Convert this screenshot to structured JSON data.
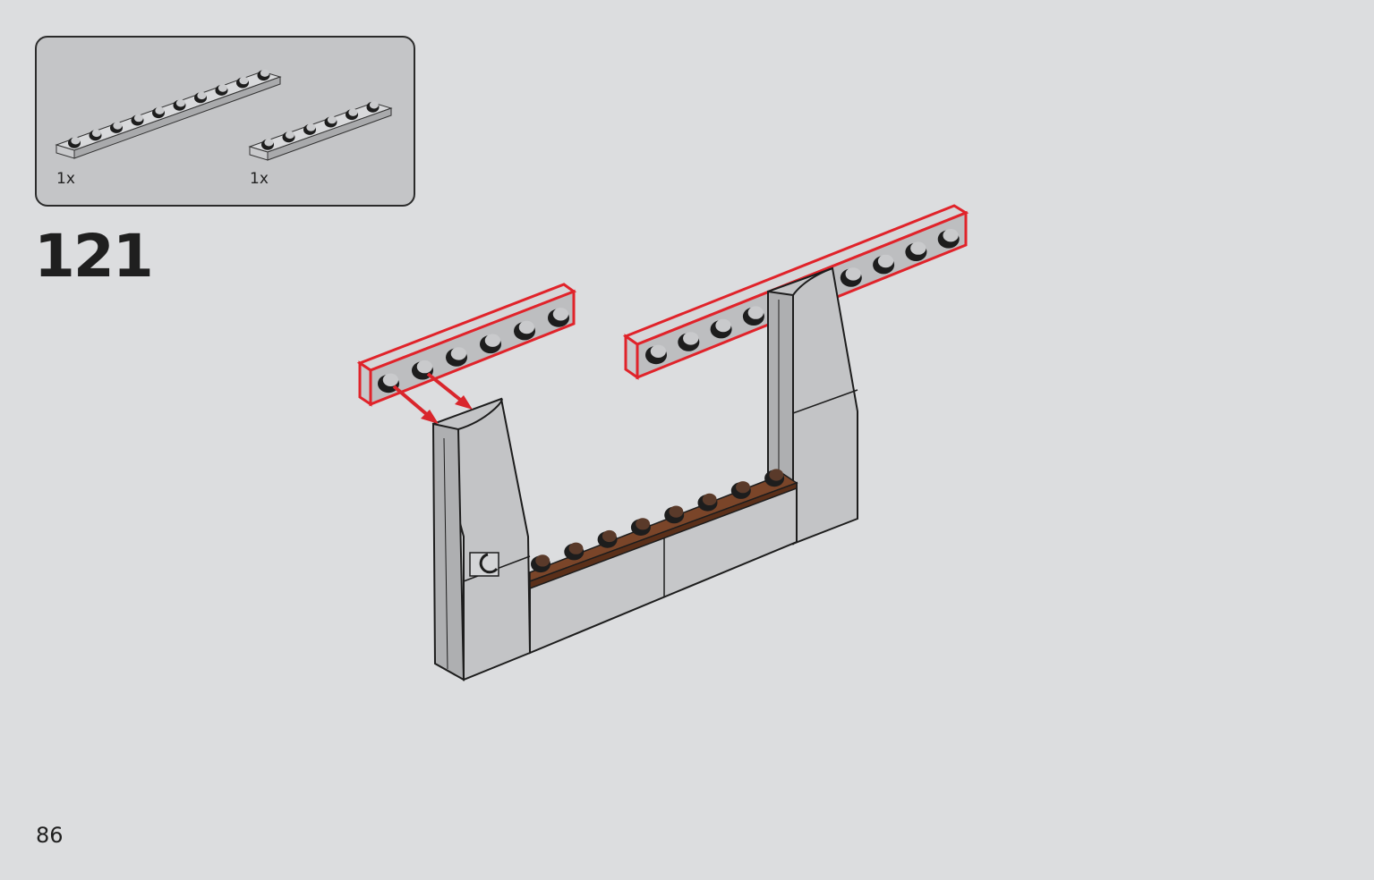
{
  "parts_box": {
    "items": [
      {
        "name": "plate-1x10",
        "quantity": "1x",
        "studs": 10,
        "color": "#bdbec0"
      },
      {
        "name": "plate-1x6",
        "quantity": "1x",
        "studs": 6,
        "color": "#bdbec0"
      }
    ]
  },
  "step": {
    "number": "121"
  },
  "page": {
    "number": "86"
  },
  "colors": {
    "background": "#dcdddf",
    "light_gray": "#bdbec0",
    "reddish_brown": "#6b3a22",
    "highlight_red": "#e0232a",
    "outline": "#1d1d1d"
  }
}
